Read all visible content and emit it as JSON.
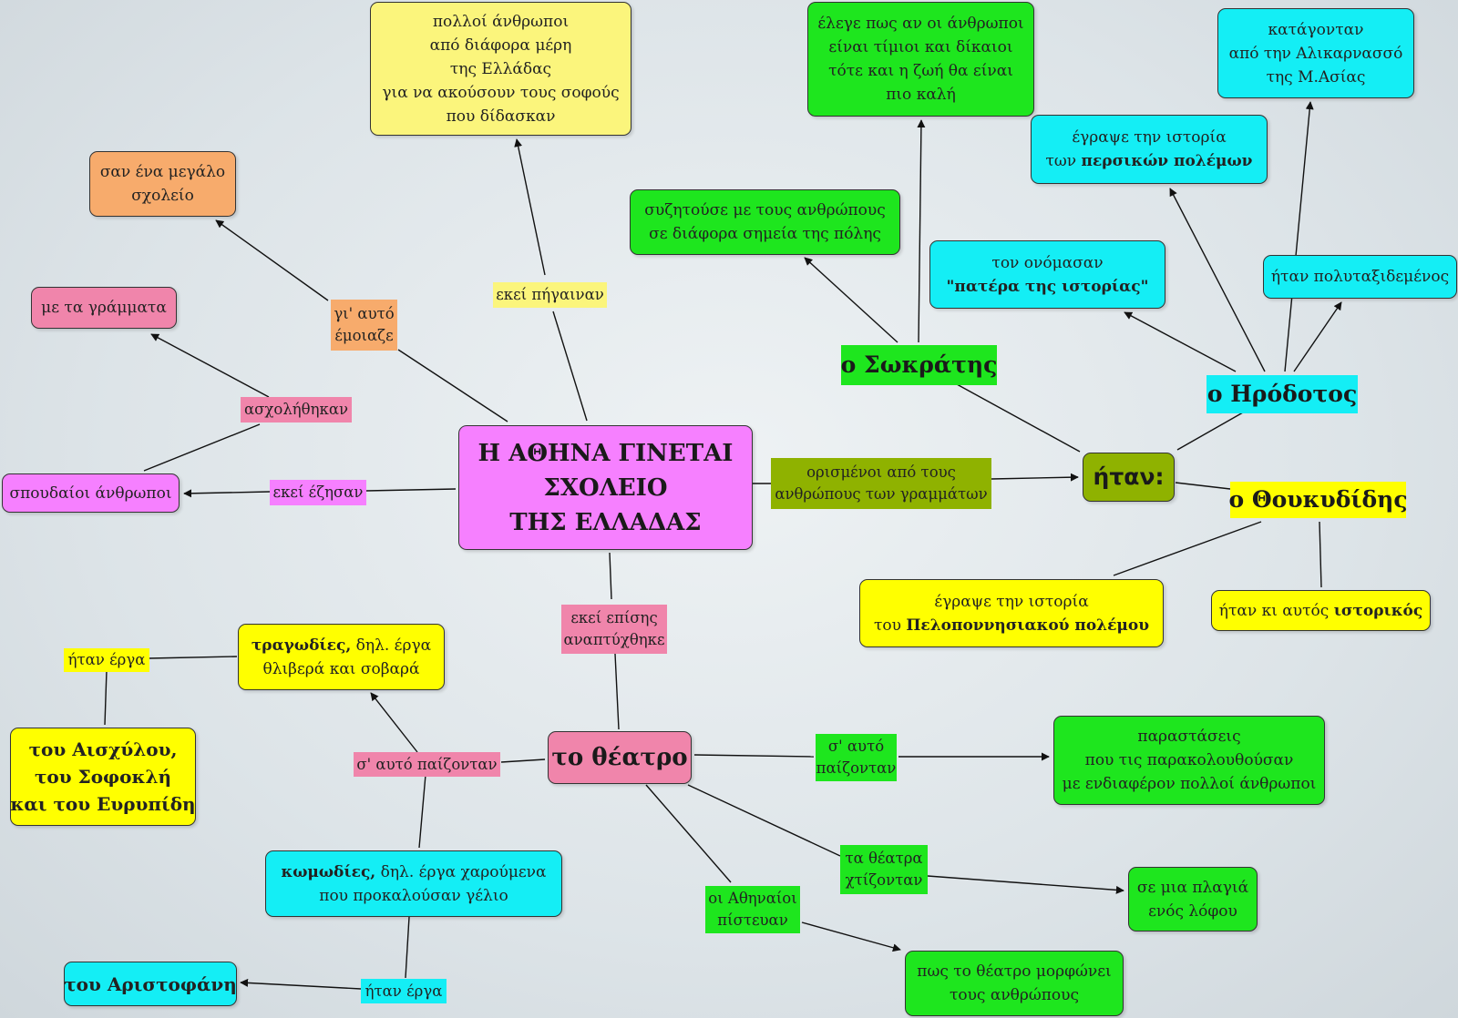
{
  "nodes": {
    "center": [
      "Η ΑΘΗΝΑ  ΓΙΝΕΤΑΙ",
      "ΣΧΟΛΕΙΟ",
      "ΤΗΣ ΕΛΛΑΔΑΣ"
    ],
    "many_people": [
      "πολλοί άνθρωποι",
      "από διάφορα μέρη",
      "της Ελλάδας",
      "για να ακούσουν τους σοφούς",
      "που δίδασκαν"
    ],
    "big_school": [
      "σαν ένα μεγάλο",
      "σχολείο"
    ],
    "letters": [
      "με τα γράμματα"
    ],
    "serious_people": [
      "σπουδαίοι άνθρωποι"
    ],
    "socrates_good_life": [
      "έλεγε πως αν οι άνθρωποι",
      "είναι τίμιοι και δίκαιοι",
      "τότε και η ζωή θα είναι",
      "πιο καλή"
    ],
    "socrates_discussed": [
      "συζητούσε με τους ανθρώπους",
      "σε διάφορα σημεία της πόλης"
    ],
    "herodotus_origin": [
      "κατάγονταν",
      "από την Αλικαρνασσό",
      "της Μ.Ασίας"
    ],
    "persian_wars": {
      "pre": "έγραψε την ιστορία",
      "line2_pre": "των ",
      "line2_bold": "περσικών πολέμων"
    },
    "father_history": {
      "line1": "τον ονόμασαν",
      "line2": "\"πατέρα της ιστορίας\""
    },
    "well_travelled": [
      "ήταν πολυταξιδεμένος"
    ],
    "socrates": "ο Σωκράτης",
    "herodotus": "ο Ηρόδοτος",
    "were": "ήταν:",
    "thucydides": "ο Θουκυδίδης",
    "peloponnesian": {
      "line1": "έγραψε την ιστορία",
      "line2_pre": "του ",
      "line2_bold": "Πελοποννησιακού πολέμου"
    },
    "historian": {
      "pre": "ήταν κι αυτός ",
      "bold": "ιστορικός"
    },
    "tragedies": {
      "bold": "τραγωδίες,",
      "rest": " δηλ. έργα",
      "line2": "θλιβερά και σοβαρά"
    },
    "tragedians": [
      "του Αισχύλου,",
      "του Σοφοκλή",
      "και του Ευρυπίδη"
    ],
    "theatre": "το θέατρο",
    "performances": [
      "παραστάσεις",
      "που τις παρακολουθούσαν",
      "με ενδιαφέρον πολλοί άνθρωποι"
    ],
    "comedies": {
      "bold": "κωμωδίες,",
      "rest": " δηλ. έργα χαρούμενα",
      "line2": "που προκαλούσαν γέλιο"
    },
    "hillside": [
      "σε μια πλαγιά",
      "ενός λόφου"
    ],
    "aristophanes": "του Αριστοφάνη",
    "shapes_people": [
      "πως το θέατρο μορφώνει",
      "τους ανθρώπους"
    ]
  },
  "labels": {
    "went_there": [
      "εκεί πήγαιναν"
    ],
    "that_is_why": [
      "γι' αυτό",
      "έμοιαζε"
    ],
    "engaged": [
      "ασχολήθηκαν"
    ],
    "lived_there": [
      "εκεί έζησαν"
    ],
    "some_people": [
      "ορισμένοι από τους",
      "ανθρώπους των γραμμάτων"
    ],
    "also_developed": [
      "εκεί επίσης",
      "αναπτύχθηκε"
    ],
    "were_works_1": [
      "ήταν έργα"
    ],
    "played_pink": [
      "σ' αυτό παίζονταν"
    ],
    "played_green": [
      "σ' αυτό",
      "παίζονταν"
    ],
    "theatres_built": [
      "τα θέατρα",
      "χτίζονταν"
    ],
    "athenians_believed": [
      "οι Αθηναίοι",
      "πίστευαν"
    ],
    "were_works_2": [
      "ήταν έργα"
    ]
  },
  "colors": {
    "yellow": "#fbf57c",
    "bright_yellow": "#ffff00",
    "green": "#1ee61e",
    "cyan": "#14eef5",
    "orange": "#f7ab6c",
    "pink": "#f085ab",
    "magenta": "#f680ff",
    "olive": "#8fb200",
    "edge": "#111111"
  }
}
